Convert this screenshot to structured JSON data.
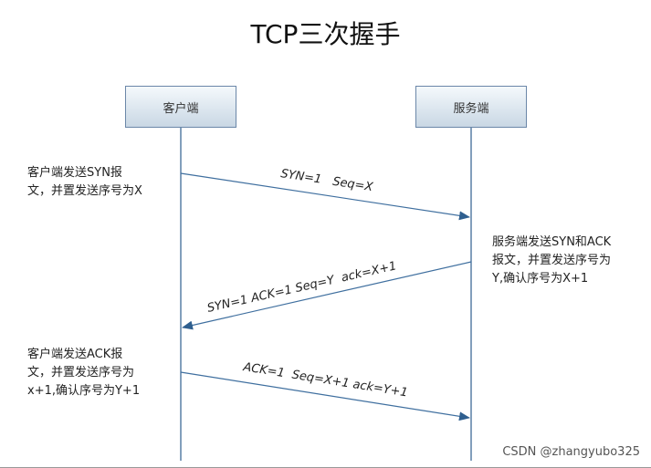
{
  "title": "TCP三次握手",
  "lanes": {
    "client": "客户端",
    "server": "服务端"
  },
  "messages": [
    {
      "label": "SYN=1   Seq=X",
      "direction": "client-to-server"
    },
    {
      "label": "SYN=1 ACK=1 Seq=Y  ack=X+1",
      "direction": "server-to-client"
    },
    {
      "label": "ACK=1  Seq=X+1 ack=Y+1",
      "direction": "client-to-server"
    }
  ],
  "notes": {
    "step1": {
      "line1": "客户端发送SYN报",
      "line2": "文，并置发送序号为X"
    },
    "step2": {
      "line1": "服务端发送SYN和ACK",
      "line2": "报文，并置发送序号为",
      "line3": "Y,确认序号为X+1"
    },
    "step3": {
      "line1": "客户端发送ACK报",
      "line2": "文，并置发送序号为",
      "line3": "x+1,确认序号为Y+1"
    }
  },
  "colors": {
    "lifeline": "#2f5f8f",
    "arrow": "#3f6f9f"
  },
  "watermark": "CSDN @zhangyubo325"
}
